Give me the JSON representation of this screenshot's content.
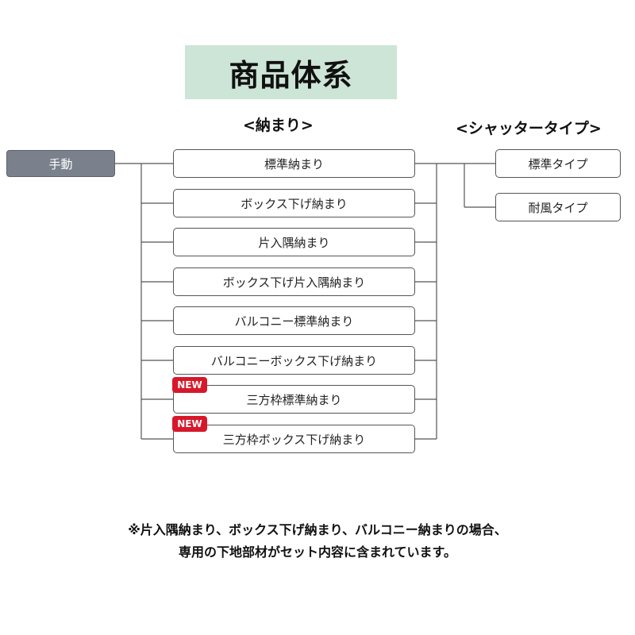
{
  "title": "商品体系",
  "column_headers": {
    "osamari": "<納まり>",
    "shutter_type": "<シャッタータイプ>"
  },
  "root": {
    "label": "手動"
  },
  "osamari_items": [
    {
      "label": "標準納まり",
      "is_new": false
    },
    {
      "label": "ボックス下げ納まり",
      "is_new": false
    },
    {
      "label": "片入隅納まり",
      "is_new": false
    },
    {
      "label": "ボックス下げ片入隅納まり",
      "is_new": false
    },
    {
      "label": "バルコニー標準納まり",
      "is_new": false
    },
    {
      "label": "バルコニーボックス下げ納まり",
      "is_new": false
    },
    {
      "label": "三方枠標準納まり",
      "is_new": true
    },
    {
      "label": "三方枠ボックス下げ納まり",
      "is_new": true
    }
  ],
  "new_badge_label": "NEW",
  "shutter_types": [
    {
      "label": "標準タイプ"
    },
    {
      "label": "耐風タイプ"
    }
  ],
  "notes": [
    "※片入隅納まり、ボックス下げ納まり、バルコニー納まりの場合、",
    "専用の下地部材がセット内容に含まれています。"
  ],
  "colors": {
    "title_bg": "#cde5d7",
    "root_bg": "#7a818c",
    "new_badge": "#d7182a",
    "line": "#555555"
  }
}
